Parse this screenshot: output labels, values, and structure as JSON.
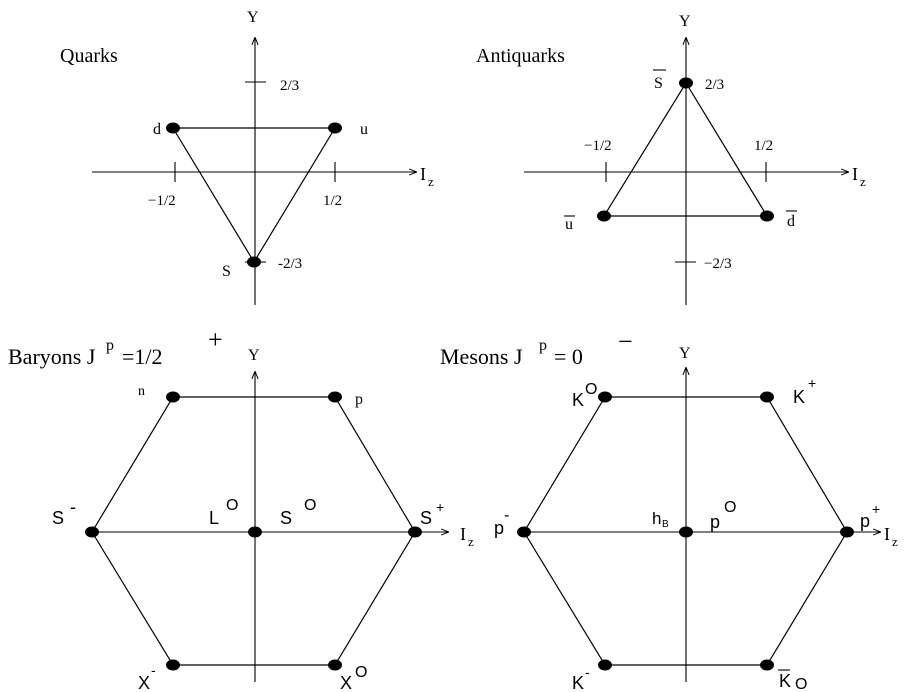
{
  "panels": {
    "quarks": {
      "title": "Quarks",
      "y_axis": "Y",
      "x_axis": "I",
      "x_axis_sub": "z",
      "ticks": {
        "y_top": "2/3",
        "y_bottom": "-2/3",
        "x_left": "−1/2",
        "x_right": "1/2"
      },
      "points": {
        "d": "d",
        "u": "u",
        "s": "S"
      }
    },
    "antiquarks": {
      "title": "Antiquarks",
      "y_axis": "Y",
      "x_axis": "I",
      "x_axis_sub": "z",
      "ticks": {
        "y_top": "2/3",
        "y_bottom": "−2/3",
        "x_left": "−1/2",
        "x_right": "1/2"
      },
      "points": {
        "s_bar": "S",
        "u_bar": "u",
        "d_bar": "d"
      }
    },
    "baryons": {
      "title": "Baryons J",
      "sup_p": "p",
      "title_value": "=1/2",
      "sup_parity": "+",
      "y_axis": "Y",
      "x_axis": "I",
      "x_axis_sub": "z",
      "points": {
        "n": "n",
        "p": "p",
        "s_minus": "S",
        "s_minus_sup": "-",
        "lambda": "L",
        "lambda_sup": "O",
        "s_zero": "S",
        "s_zero_sup": "O",
        "s_plus": "S",
        "s_plus_sup": "+",
        "x_minus": "X",
        "x_minus_sup": "-",
        "x_zero": "X",
        "x_zero_sup": "O"
      }
    },
    "mesons": {
      "title": "Mesons J",
      "sup_p": "p",
      "title_value": "= 0",
      "sup_parity": "−",
      "y_axis": "Y",
      "x_axis": "I",
      "x_axis_sub": "z",
      "points": {
        "k_zero": "K",
        "k_zero_sup": "O",
        "k_plus": "K",
        "k_plus_sup": "+",
        "p_minus": "p",
        "p_minus_sup": "-",
        "h_b": "h",
        "h_b_sub": "B",
        "p_zero": "p",
        "p_zero_sup": "O",
        "p_plus": "p",
        "p_plus_sup": "+",
        "k_minus": "K",
        "k_minus_sup": "-",
        "k_bar_zero": "K",
        "k_bar_zero_sup": "O"
      }
    }
  }
}
